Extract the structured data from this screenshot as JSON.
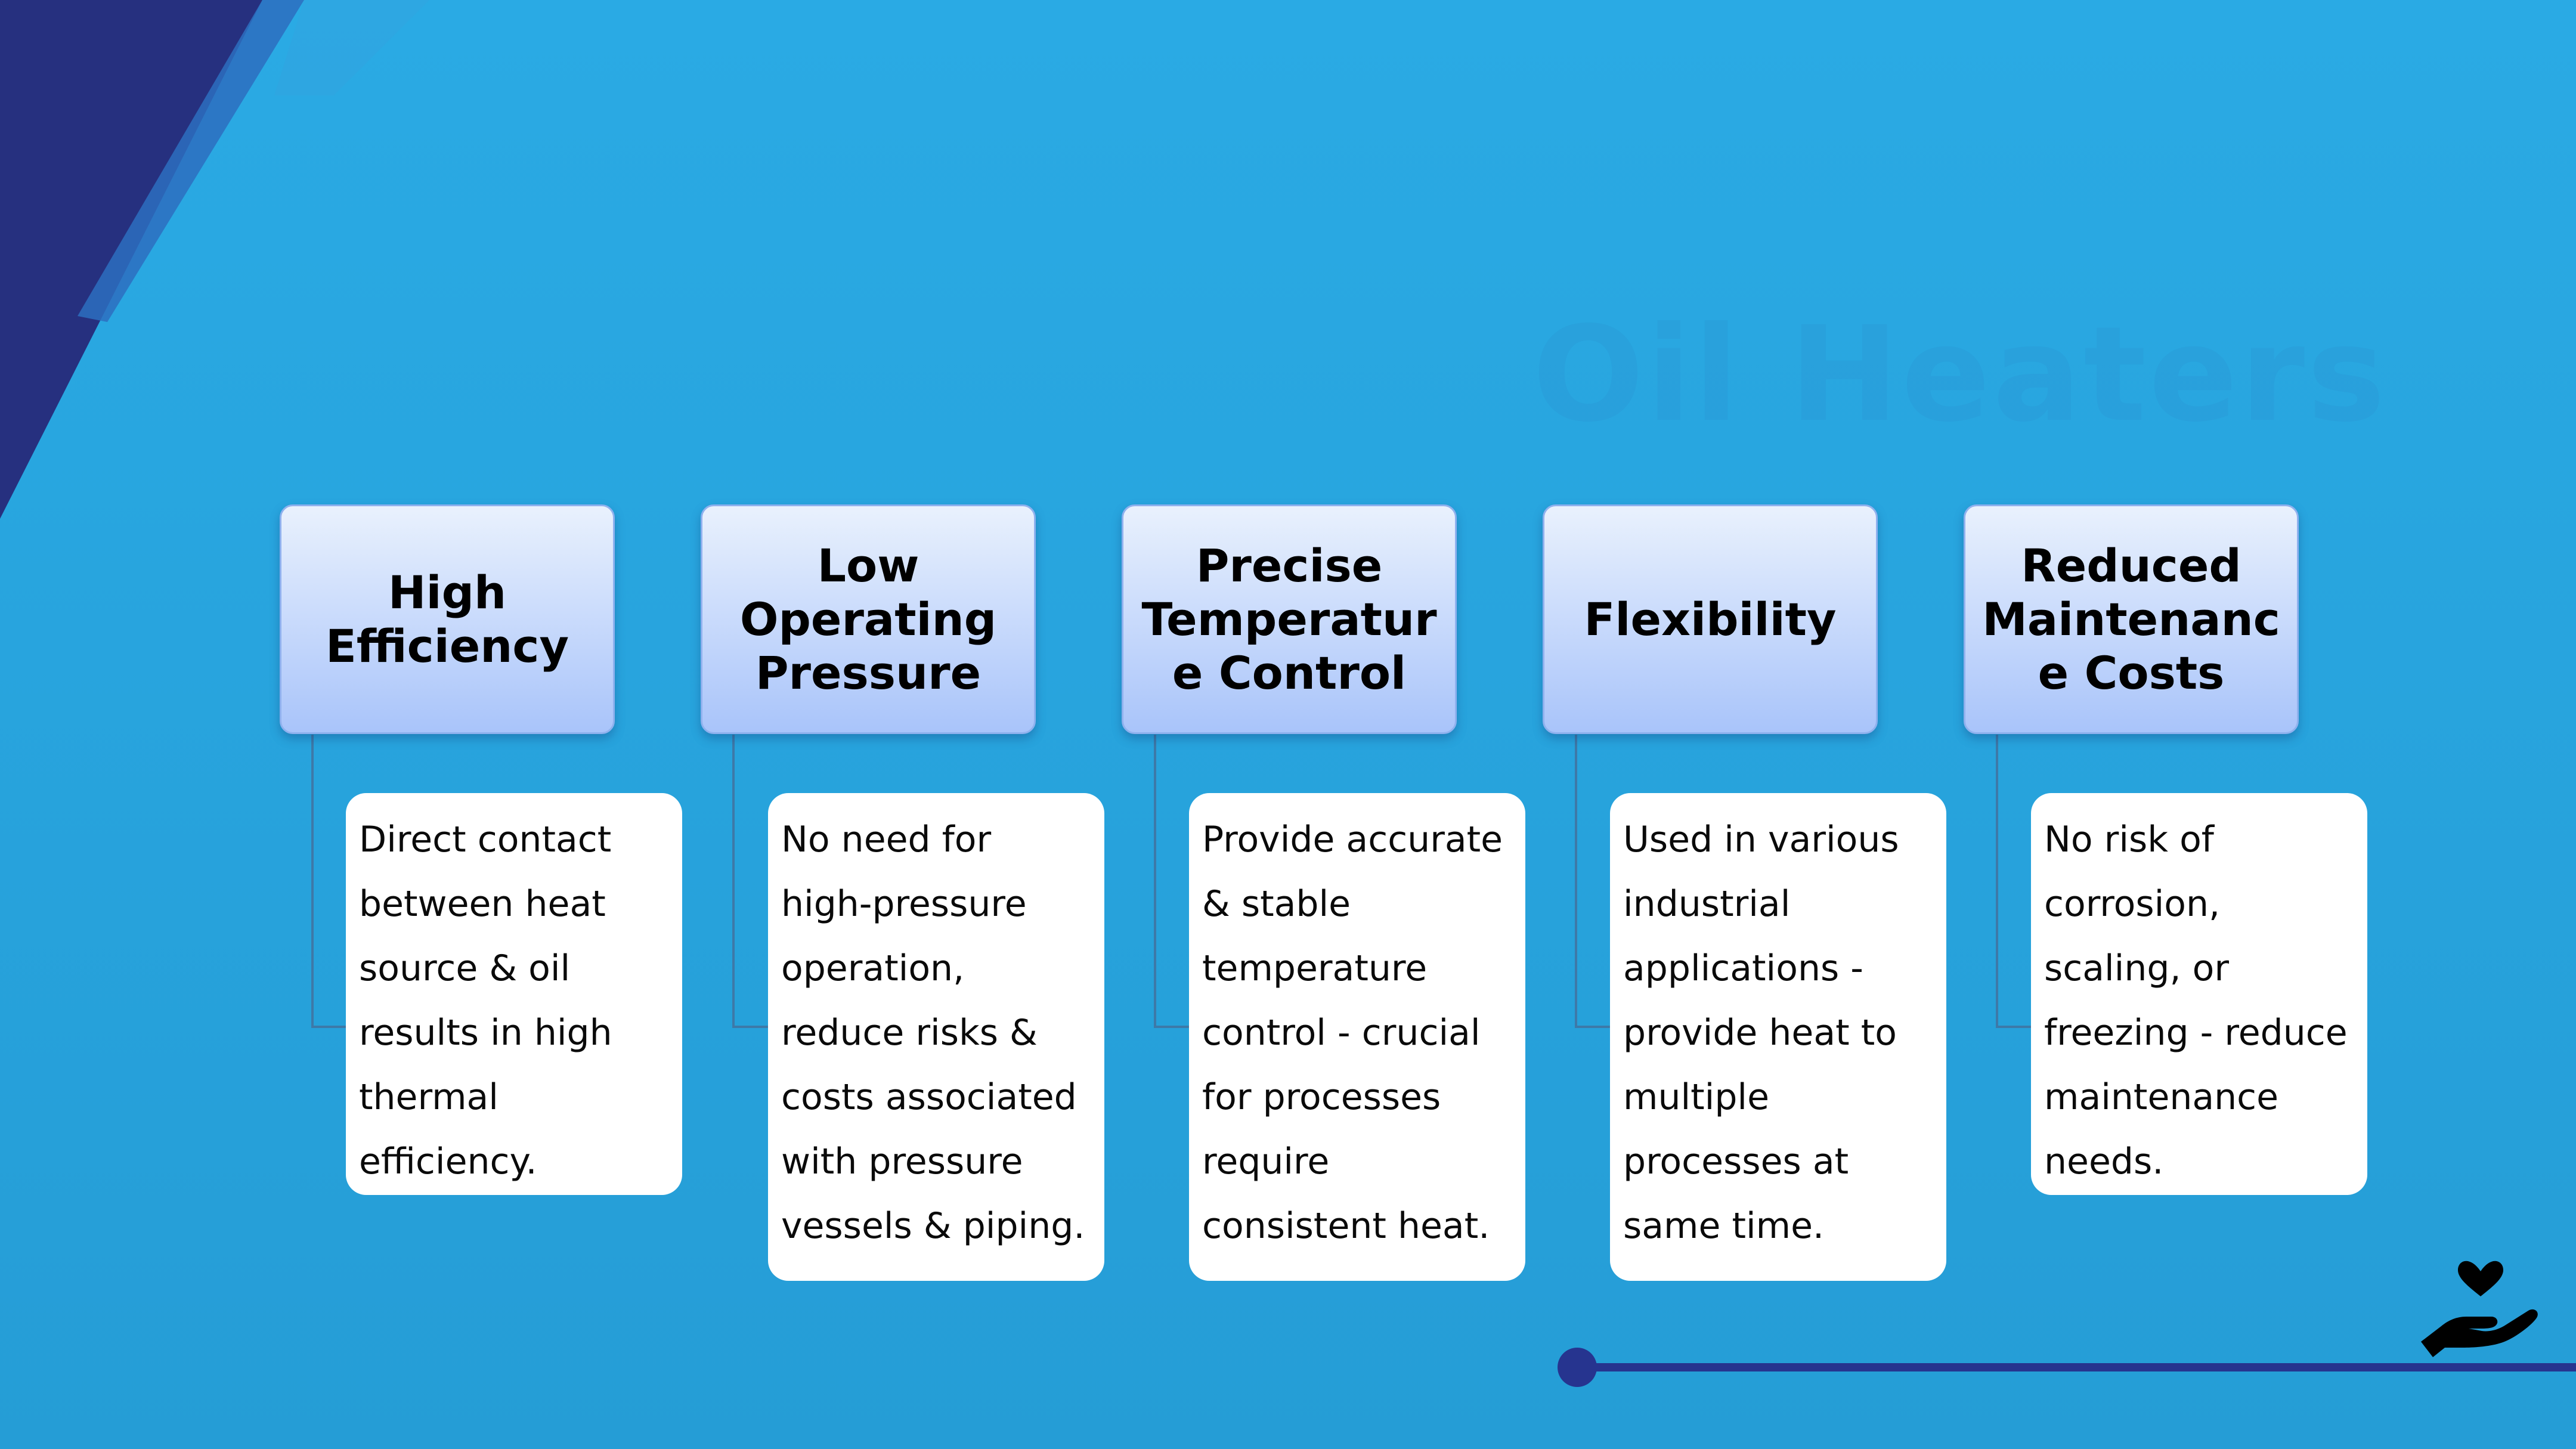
{
  "slide": {
    "watermark_text": "Oil Heaters",
    "colors": {
      "background": "#29a5df",
      "corner_dark": "#26307f",
      "corner_light": "#2d6fbf",
      "header_top": "#e9f1fd",
      "header_bottom": "#a9c4fa",
      "accent_line": "#26348f"
    },
    "features": [
      {
        "title": "High Efficiency",
        "description": "Direct contact between heat source & oil results in high thermal efficiency."
      },
      {
        "title": "Low Operating Pressure",
        "description": "No need for high-pressure operation, reduce risks & costs associated with pressure vessels & piping."
      },
      {
        "title": "Precise Temperature Control",
        "description": "Provide accurate & stable temperature control - crucial for processes require consistent heat."
      },
      {
        "title": "Flexibility",
        "description": "Used in various industrial applications - provide heat to multiple processes at same time."
      },
      {
        "title": "Reduced Maintenance Costs",
        "description": "No risk of corrosion, scaling, or freezing - reduce maintenance needs."
      }
    ],
    "icon": "heart-in-hand-icon"
  }
}
